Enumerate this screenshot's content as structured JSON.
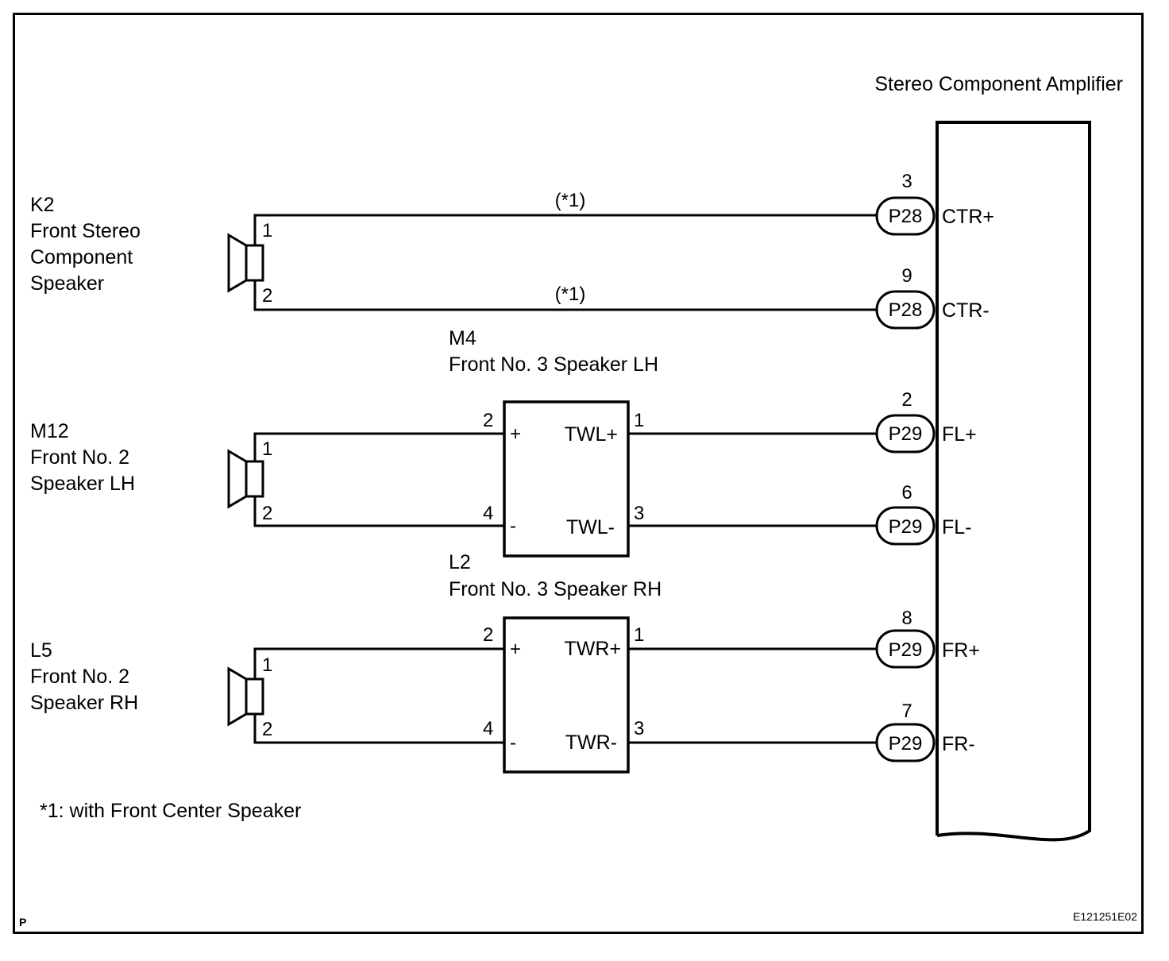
{
  "amplifier": {
    "name": "Stereo Component Amplifier"
  },
  "speakers": [
    {
      "code": "K2",
      "lines": [
        "Front Stereo",
        "Component",
        "Speaker"
      ],
      "pin_top": "1",
      "pin_bottom": "2"
    },
    {
      "code": "M12",
      "lines": [
        "Front No. 2",
        "Speaker LH"
      ],
      "pin_top": "1",
      "pin_bottom": "2"
    },
    {
      "code": "L5",
      "lines": [
        "Front No. 2",
        "Speaker RH"
      ],
      "pin_top": "1",
      "pin_bottom": "2"
    }
  ],
  "tweeters": [
    {
      "code": "M4",
      "name": "Front No. 3 Speaker LH",
      "in_plus_pin": "2",
      "in_minus_pin": "4",
      "plus_sign": "+",
      "minus_sign": "-",
      "out_plus_label": "TWL+",
      "out_minus_label": "TWL-",
      "out_plus_pin": "1",
      "out_minus_pin": "3"
    },
    {
      "code": "L2",
      "name": "Front No. 3 Speaker RH",
      "in_plus_pin": "2",
      "in_minus_pin": "4",
      "plus_sign": "+",
      "minus_sign": "-",
      "out_plus_label": "TWR+",
      "out_minus_label": "TWR-",
      "out_plus_pin": "1",
      "out_minus_pin": "3"
    }
  ],
  "connections": [
    {
      "connector": "P28",
      "pin": "3",
      "terminal": "CTR+",
      "note": "(*1)"
    },
    {
      "connector": "P28",
      "pin": "9",
      "terminal": "CTR-",
      "note": "(*1)"
    },
    {
      "connector": "P29",
      "pin": "2",
      "terminal": "FL+"
    },
    {
      "connector": "P29",
      "pin": "6",
      "terminal": "FL-"
    },
    {
      "connector": "P29",
      "pin": "8",
      "terminal": "FR+"
    },
    {
      "connector": "P29",
      "pin": "7",
      "terminal": "FR-"
    }
  ],
  "footnote": "*1: with Front Center Speaker",
  "corner_mark": "P",
  "figure_id": "E121251E02"
}
